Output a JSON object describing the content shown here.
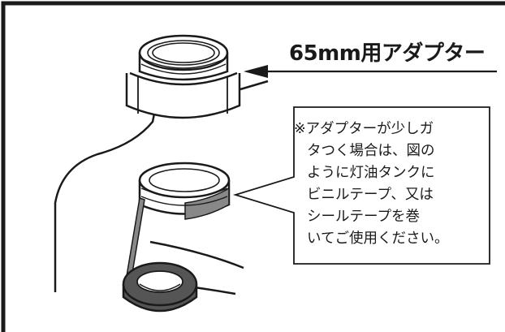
{
  "diagram": {
    "adapter_label": "65mm用アダプター",
    "note_lines": [
      "※アダプターが少しガ",
      "タつく場合は、図の",
      "ように灯油タンクに",
      "ビニルテープ、又は",
      "シールテープを巻",
      "いてご使用ください。"
    ],
    "colors": {
      "line": "#1a1a1a",
      "tape": "#888888",
      "ring_dark": "#555555",
      "background": "#ffffff"
    }
  }
}
